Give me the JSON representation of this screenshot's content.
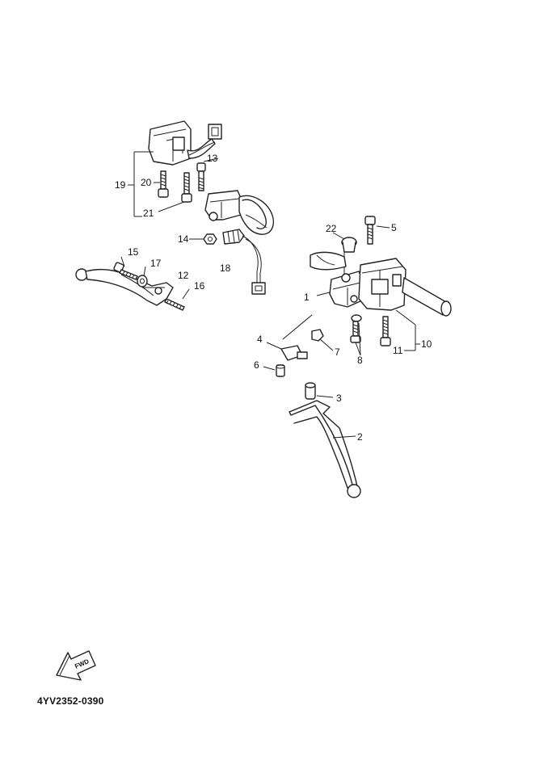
{
  "diagram": {
    "code": "4YV2352-0390",
    "fwd_label": "FWD",
    "callouts": [
      {
        "id": "c1",
        "text": "1"
      },
      {
        "id": "c2",
        "text": "2"
      },
      {
        "id": "c3",
        "text": "3"
      },
      {
        "id": "c4",
        "text": "4"
      },
      {
        "id": "c5",
        "text": "5"
      },
      {
        "id": "c6",
        "text": "6"
      },
      {
        "id": "c7",
        "text": "7"
      },
      {
        "id": "c8",
        "text": "8"
      },
      {
        "id": "c10",
        "text": "10"
      },
      {
        "id": "c11",
        "text": "11"
      },
      {
        "id": "c12",
        "text": "12"
      },
      {
        "id": "c13",
        "text": "13"
      },
      {
        "id": "c14",
        "text": "14"
      },
      {
        "id": "c15",
        "text": "15"
      },
      {
        "id": "c16",
        "text": "16"
      },
      {
        "id": "c17",
        "text": "17"
      },
      {
        "id": "c18",
        "text": "18"
      },
      {
        "id": "c19",
        "text": "19"
      },
      {
        "id": "c20",
        "text": "20"
      },
      {
        "id": "c21",
        "text": "21"
      },
      {
        "id": "c22",
        "text": "22"
      }
    ]
  }
}
